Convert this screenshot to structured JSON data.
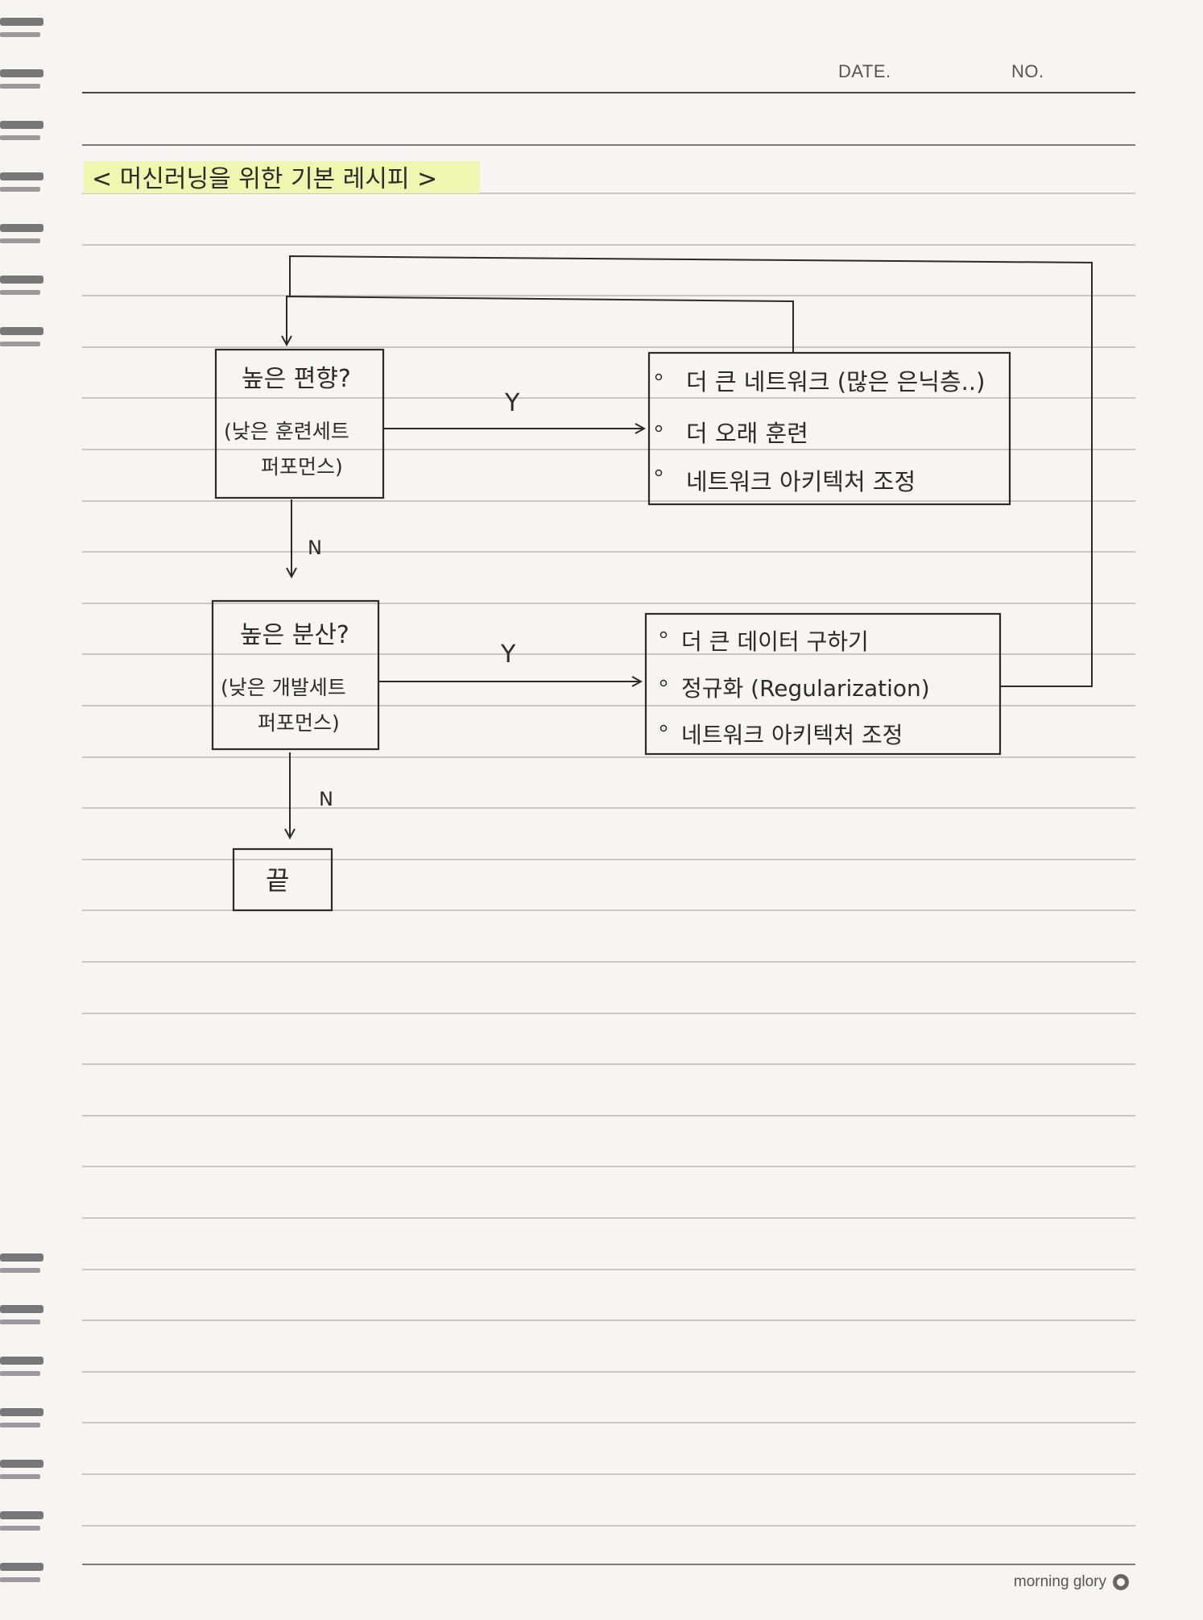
{
  "header": {
    "date_label": "DATE.",
    "no_label": "NO."
  },
  "title": "< 머신러닝을 위한 기본 레시피 >",
  "decision1": {
    "title": "높은 편향?",
    "note_line1": "(낮은 훈련세트",
    "note_line2": "퍼포먼스)"
  },
  "actions1": [
    "더 큰 네트워크 (많은 은닉층..)",
    "더 오래 훈련",
    "네트워크 아키텍처 조정"
  ],
  "decision2": {
    "title": "높은 분산?",
    "note_line1": "(낮은 개발세트",
    "note_line2": "퍼포먼스)"
  },
  "actions2": [
    "더 큰 데이터 구하기",
    "정규화 (Regularization)",
    "네트워크 아키텍처 조정"
  ],
  "edge_labels": {
    "yes1": "Y",
    "no1": "N",
    "yes2": "Y",
    "no2": "N"
  },
  "end_label": "끝",
  "footer": {
    "brand": "morning glory"
  },
  "colors": {
    "ink": "#2b2b2b",
    "rule": "#9a9a9a",
    "highlight": "#eef6b0",
    "paper": "#f6f5f1"
  },
  "icons": {
    "brand": "flower-logo-icon"
  }
}
